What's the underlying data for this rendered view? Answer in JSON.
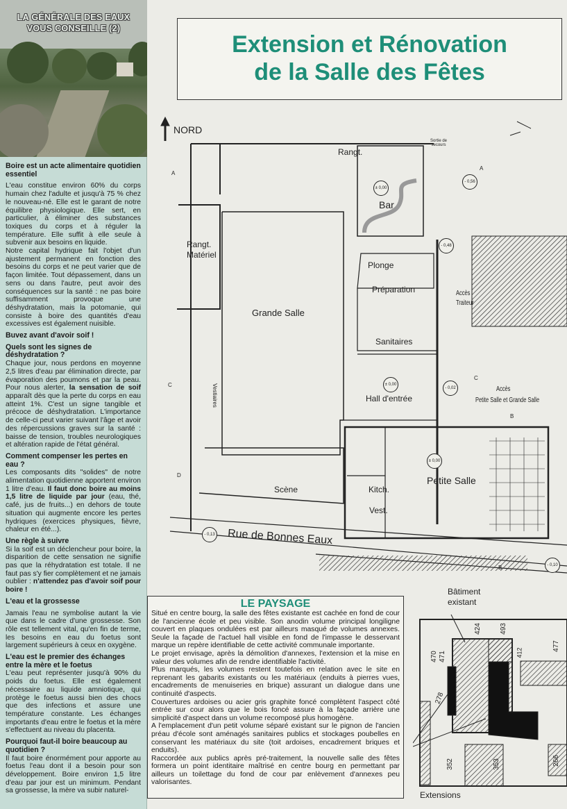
{
  "sidebar": {
    "photo_title": [
      "LA GÉNÉRALE DES EAUX",
      "VOUS CONSEILLE (2)"
    ],
    "sections": [
      {
        "heading": "Boire est un acte alimentaire quotidien essentiel",
        "paras": [
          [
            {
              "t": "L'eau constitue environ 60% du corps humain chez l'adulte et jusqu'à 75 % chez le nouveau-né. Elle est le garant de notre équilibre physiologique. Elle sert, en particulier, à éliminer des substances toxiques du corps et à réguler la température. Elle suffit à elle seule à subvenir aux besoins en liquide."
            }
          ],
          [
            {
              "t": "Notre capital hydrique fait l'objet d'un ajustement permanent en fonction des besoins du corps et ne peut varier que de façon limitée. Tout dépassement, dans un sens ou dans l'autre, peut avoir des conséquences sur la santé : ne pas boire suffisamment provoque une déshydratation, mais la potomanie, qui consiste à boire des quantités d'eau excessives est également nuisible."
            }
          ]
        ]
      },
      {
        "heading": "Buvez avant d'avoir soif !",
        "paras": []
      },
      {
        "heading": "Quels sont les signes de déshydratation ?",
        "paras": [
          [
            {
              "t": "Chaque jour, nous perdons en moyenne 2,5 litres d'eau par élimination directe, par évaporation des poumons et par la peau. Pour nous alerter, "
            },
            {
              "t": "la sensation de soif",
              "b": true
            },
            {
              "t": " apparaît dès que la perte du corps en eau atteint 1%. C'est un signe tangible et précoce de déshydratation. L'importance de celle-ci peut varier suivant l'âge et avoir des répercussions graves sur la santé : baisse de tension, troubles neurologiques et altération rapide de l'état général."
            }
          ]
        ]
      },
      {
        "heading": "Comment compenser les pertes en eau ?",
        "paras": [
          [
            {
              "t": "Les composants dits \"solides\" de notre alimentation quotidienne apportent environ 1 litre d'eau. "
            },
            {
              "t": "Il faut donc boire au moins 1,5 litre de liquide par jour",
              "b": true
            },
            {
              "t": " (eau, thé, café, jus de fruits...) en dehors de toute situation qui augmente encore les pertes hydriques (exercices physiques, fièvre, chaleur en été...)."
            }
          ]
        ]
      },
      {
        "heading": "Une règle à suivre",
        "paras": [
          [
            {
              "t": "Si la soif est un déclencheur pour boire, la disparition de cette sensation ne signifie pas que la réhydratation est totale. Il ne faut pas s'y fier complètement et ne jamais oublier : "
            },
            {
              "t": "n'attendez pas d'avoir soif pour boire !",
              "b": true
            }
          ]
        ]
      },
      {
        "heading": "L'eau et la grossesse",
        "paras": [
          [
            {
              "t": "Jamais l'eau ne symbolise autant la vie que dans le cadre d'une grossesse. Son rôle est tellement vital, qu'en fin de terme, les besoins en eau du foetus sont largement supérieurs à ceux en oxygène."
            }
          ]
        ]
      },
      {
        "heading": "L'eau est le premier des échanges entre la mère et le foetus",
        "paras": [
          [
            {
              "t": "L'eau peut représenter jusqu'à 90% du poids du foetus. Elle est également nécessaire au liquide amniotique, qui protège le foetus aussi bien des chocs que des infections et assure une température constante. Les échanges importants d'eau entre le foetus et la mère s'effectuent au niveau du placenta."
            }
          ]
        ]
      },
      {
        "heading": "Pourquoi faut-il boire beaucoup au quotidien ?",
        "paras": [
          [
            {
              "t": "Il faut boire énormément pour apporte au foetus l'eau dont il a besoin pour son développement. Boire environ 1,5 litre d'eau par jour est un minimum. Pendant sa grossesse, la mère va subir naturel-"
            }
          ]
        ]
      }
    ]
  },
  "title": {
    "line1": "Extension et Rénovation",
    "line2": "de la Salle des Fêtes",
    "color": "#1e8e78"
  },
  "plan": {
    "north": "NORD",
    "rooms": {
      "rangt": "Rangt.",
      "sortie": "Sortie de secours",
      "bar": "Bar",
      "rangt_materiel_1": "Rangt.",
      "rangt_materiel_2": "Matériel",
      "plonge": "Plonge",
      "preparation": "Préparation",
      "acces_traiteur_1": "Accès",
      "acces_traiteur_2": "Traiteur",
      "grande_salle": "Grande Salle",
      "sanitaires": "Sanitaires",
      "hall": "Hall d'entrée",
      "acces_salles_1": "Accès",
      "acces_salles_2": "Petite Salle et Grande Salle",
      "vestiaires": "Vestiaires",
      "petite_salle": "Petite Salle",
      "scene": "Scène",
      "kitch": "Kitch.",
      "vest": "Vest.",
      "street": "Rue de Bonnes Eaux"
    },
    "levels": {
      "bar": "± 0,00",
      "sortie": "- 0,56",
      "plonge": "- 0,48",
      "hall": "± 0,00",
      "acces": "- 0,02",
      "petite_salle": "± 0,00",
      "street": "- 0,13",
      "street_right": "- 0,10"
    },
    "sections": [
      "A",
      "A",
      "B",
      "B",
      "C",
      "C",
      "D"
    ]
  },
  "paysage": {
    "title": "LE PAYSAGE",
    "paras": [
      "Situé en centre bourg, la salle des fêtes existante est cachée en fond de cour de l'ancienne école et peu visible. Son anodin volume principal longiligne couvert en plaques ondulées est par ailleurs masqué de volumes annexes. Seule la façade de l'actuel hall visible en fond de l'impasse le desservant marque un repère identifiable de cette activité communale importante.",
      "Le projet envisage, après la démolition d'annexes, l'extension et la mise en valeur des volumes afin de rendre identifiable l'activité.",
      "Plus marqués, les volumes restent toutefois en relation avec le site en reprenant les gabarits existants ou les matériaux (enduits à pierres vues, encadrements de menuiseries en brique) assurant un dialogue dans une continuité d'aspects.",
      "Couvertures ardoises ou acier gris graphite foncé complètent l'aspect côté entrée sur cour alors que le bois foncé assure à la façade arrière une simplicité d'aspect dans un volume recomposé plus homogène.",
      "A l'emplacement d'un petit volume séparé existant sur le pignon de l'ancien préau d'école sont aménagés sanitaires publics et stockages poubelles en conservant les matériaux du site (toit ardoises, encadrement briques et enduits).",
      "Raccordée aux publics après pré-traitement, la nouvelle salle des fêtes formera un point identitaire maîtrisé en centre bourg en permettant par ailleurs un toilettage du fond de cour par enlèvement d'annexes peu valorisantes."
    ]
  },
  "cadastre": {
    "existing_1": "Bâtiment",
    "existing_2": "existant",
    "extensions": "Extensions",
    "parcels": [
      "424",
      "493",
      "470",
      "471",
      "412",
      "477",
      "278",
      "352",
      "353",
      "266"
    ]
  }
}
